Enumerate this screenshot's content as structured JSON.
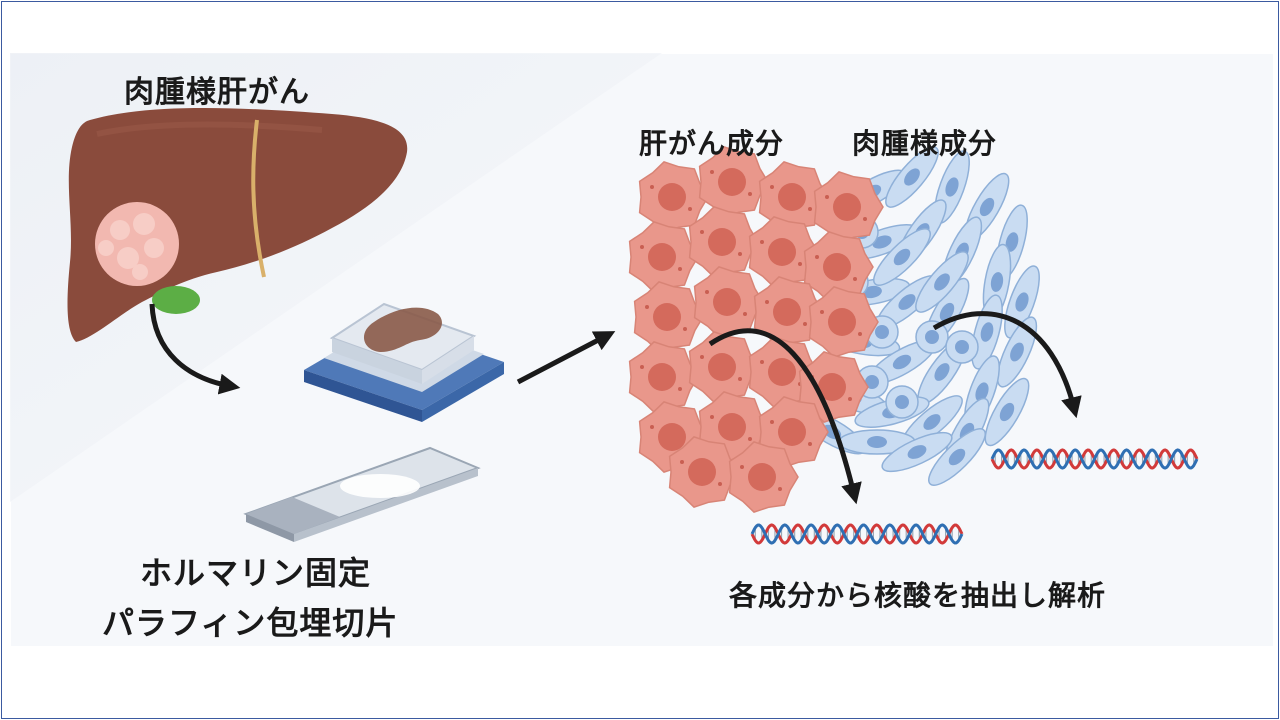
{
  "titles": {
    "liver": "肉腫様肝がん",
    "hcc_component": "肝がん成分",
    "sarcomatoid_component": "肉腫様成分"
  },
  "captions": {
    "ffpe_line1": "ホルマリン固定",
    "ffpe_line2": "パラフィン包埋切片",
    "extraction": "各成分から核酸を抽出し解析"
  },
  "colors": {
    "liver": "#8a4b3c",
    "tumor": "#f2b8b0",
    "gallbladder": "#5cae45",
    "hcc_cell": "#e9978b",
    "hcc_nucleus": "#d46a5c",
    "sarc_cell": "#c9dcf2",
    "sarc_nucleus": "#7ea3d4",
    "dna_red": "#d23a3a",
    "dna_blue": "#2f6fb3",
    "frame_border": "#3b5aa0"
  },
  "icons": {
    "liver": "liver-icon",
    "block": "paraffin-block-icon",
    "slide": "glass-slide-icon",
    "dna": "dna-helix-icon",
    "arrow": "arrow-icon"
  }
}
